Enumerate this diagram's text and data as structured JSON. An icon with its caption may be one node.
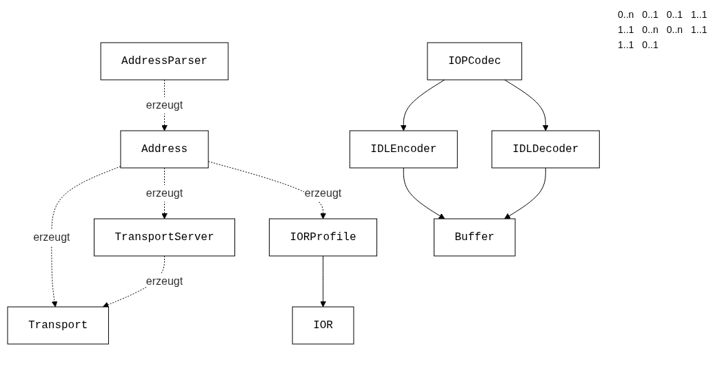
{
  "diagram": {
    "nodes": [
      {
        "text": [
          "AddressParser"
        ]
      },
      {
        "text": [
          "Address"
        ]
      },
      {
        "text": [
          "Transport"
        ]
      },
      {
        "text": [
          "TransportServer"
        ]
      },
      {
        "text": [
          "IORProfile"
        ]
      },
      {
        "text": [
          "IOR"
        ]
      },
      {
        "text": [
          "IDLEncoder"
        ]
      },
      {
        "text": [
          "IOPCodec"
        ]
      },
      {
        "text": [
          "Buffer"
        ]
      },
      {
        "text": [
          "IDLDecoder"
        ]
      }
    ],
    "edges": [
      {
        "from": 0,
        "to": 1,
        "arrow": "to",
        "label": "erzeugt",
        "style": "dashed"
      },
      {
        "from": 1,
        "to": 2,
        "arrow": "to",
        "label": "erzeugt",
        "style": "dashed"
      },
      {
        "from": 1,
        "to": 3,
        "arrow": "to",
        "label": "erzeugt",
        "style": "dashed"
      },
      {
        "from": 1,
        "to": 4,
        "arrow": "to",
        "label": "erzeugt",
        "style": "dashed"
      },
      {
        "from": 3,
        "to": 2,
        "arrow": "to",
        "label": "erzeugt",
        "style": "dashed"
      },
      {
        "from": 4,
        "to": 5,
        "arrow": "to"
      },
      {
        "from": 7,
        "to": 6,
        "arrow": "to"
      },
      {
        "from": 6,
        "to": 8,
        "arrow": "to"
      },
      {
        "from": 7,
        "to": 9,
        "arrow": "to"
      },
      {
        "from": 9,
        "to": 8,
        "arrow": "to"
      }
    ],
    "labels": [
      "0..n",
      "0..1",
      "0..1",
      "1..1",
      "1..1",
      "0..n",
      "0..n",
      "1..1",
      "1..1",
      "0..1"
    ]
  }
}
